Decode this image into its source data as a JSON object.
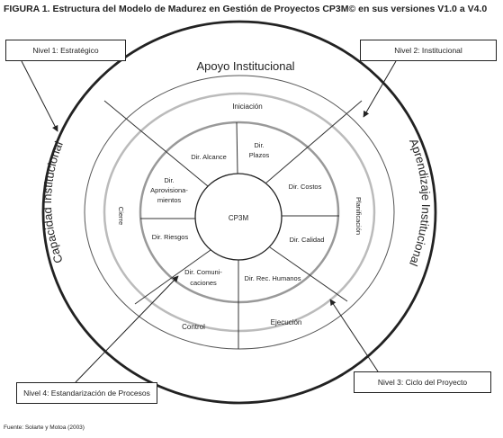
{
  "title": "FIGURA 1. Estructura del Modelo de Madurez en Gestión de Proyectos CP3M© en sus versiones V1.0 a V4.0",
  "outer_ring": {
    "top": "Apoyo Institucional",
    "left": "Capacidad Institucional",
    "right": "Aprendizaje Institucional"
  },
  "process_ring": {
    "initiation": "Iniciación",
    "planning": "Planificación",
    "execution": "Ejecución",
    "control": "Control",
    "closure": "Cierre"
  },
  "directions": {
    "scope": "Dir. Alcance",
    "time_line1": "Dir.",
    "time_line2": "Plazos",
    "cost": "Dir. Costos",
    "quality": "Dir. Calidad",
    "hr": "Dir. Rec. Humanos",
    "comm_line1": "Dir. Comuni-",
    "comm_line2": "caciones",
    "risk": "Dir. Riesgos",
    "proc_line1": "Dir.",
    "proc_line2": "Aprovisiona-",
    "proc_line3": "mientos"
  },
  "center": "CP3M",
  "callouts": {
    "level1": "Nivel 1: Estratégico",
    "level2": "Nivel 2: Institucional",
    "level3": "Nivel 3: Ciclo del Proyecto",
    "level4": "Nivel 4: Estandarización de Procesos"
  },
  "source": "Fuente: Solarte y Motoa (2003)"
}
